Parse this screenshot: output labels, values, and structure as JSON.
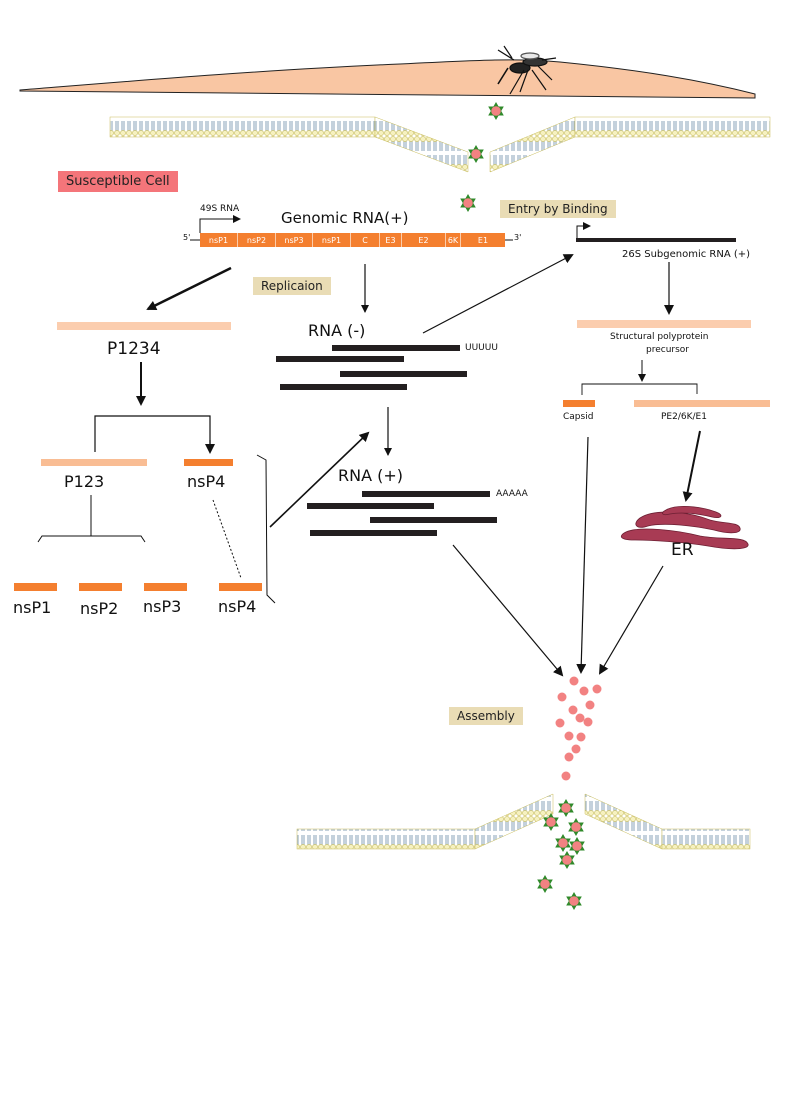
{
  "labels": {
    "susceptible_cell": "Susceptible Cell",
    "entry_by_binding": "Entry by Binding",
    "replication": "Replicaion",
    "assembly": "Assembly",
    "rna_49s": "49S RNA",
    "genomic_rna": "Genomic RNA(+)",
    "five_prime": "5'",
    "three_prime": "3'",
    "subgenomic_rna": "26S Subgenomic RNA (+)",
    "rna_minus": "RNA (-)",
    "poly_u": "UUUUU",
    "rna_plus": "RNA (+)",
    "poly_a": "AAAAA",
    "p1234": "P1234",
    "p123": "P123",
    "nsp4_top": "nsP4",
    "nsp1": "nsP1",
    "nsp2": "nsP2",
    "nsp3": "nsP3",
    "nsp4_bottom": "nsP4",
    "structural_precursor_line1": "Structural polyprotein",
    "structural_precursor_line2": "precursor",
    "capsid": "Capsid",
    "pe2_6k_e1": "PE2/6K/E1",
    "er": "ER"
  },
  "genome_segments": [
    "nsP1",
    "nsP2",
    "nsP3",
    "nsP1",
    "C",
    "E3",
    "E2",
    "6K",
    "E1"
  ],
  "colors": {
    "orange": "#f47f2f",
    "peach": "#f9bd94",
    "light_peach": "#fbcdae",
    "tag_red": "#f4757a",
    "tag_tan": "#e9dcb5",
    "skin": "#f9c6a3",
    "membrane_head": "#f1ecb3",
    "membrane_tail": "#6b8ca6",
    "er": "#a83b54",
    "particle": "#f28282",
    "virion_spike": "#2f8a2a",
    "strand": "#231f20"
  },
  "icons": [
    "mosquito-icon",
    "virion-icon",
    "lipid-bilayer",
    "endoplasmic-reticulum-icon",
    "arrow-icon"
  ]
}
